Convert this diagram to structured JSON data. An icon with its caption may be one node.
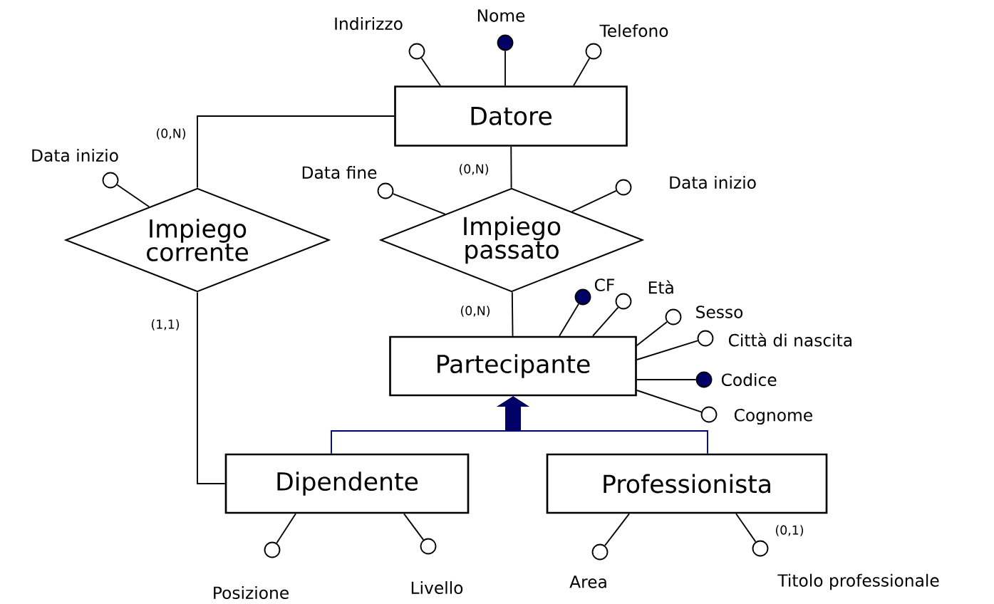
{
  "diagram": {
    "nodes": [
      {
        "text": [
          "Datore"
        ]
      },
      {
        "text": [],
        "shape": "circle",
        "beside": [
          "Indirizzo"
        ]
      },
      {
        "text": [],
        "shape": "dot",
        "beside": [
          "Nome"
        ]
      },
      {
        "text": [],
        "shape": "circle",
        "beside": [
          "Telefono"
        ]
      },
      {
        "text": [
          "Impiego corrente"
        ]
      },
      {
        "text": [],
        "shape": "circle",
        "beside": [
          "Data inizio"
        ]
      },
      {
        "text": [
          "Impiego passato"
        ]
      },
      {
        "text": [],
        "shape": "circle",
        "beside": [
          "Data fine"
        ]
      },
      {
        "text": [],
        "shape": "circle",
        "beside": [
          "Data inizio"
        ]
      },
      {
        "text": [
          "Partecipante"
        ]
      },
      {
        "text": [],
        "shape": "dot",
        "beside": [
          "CF"
        ]
      },
      {
        "text": [],
        "shape": "circle"
      },
      {
        "text": [],
        "shape": "circle",
        "beside": [
          "Sesso"
        ]
      },
      {
        "text": [],
        "shape": "circle",
        "beside": [
          "Città di nascita"
        ]
      },
      {
        "text": [],
        "shape": "dot",
        "beside": [
          "Codice"
        ]
      },
      {
        "text": [],
        "shape": "circle",
        "beside": [
          "Cognome"
        ]
      },
      {
        "text": [
          "Dipendente"
        ]
      },
      {
        "text": [],
        "shape": "circle",
        "beside": [
          "Posizione"
        ]
      },
      {
        "text": [],
        "shape": "circle",
        "beside": [
          "Livello"
        ]
      },
      {
        "text": [
          "Professionista"
        ]
      },
      {
        "text": [],
        "shape": "circle",
        "beside": [
          "Area"
        ]
      },
      {
        "text": [],
        "shape": "circle",
        "beside": [
          "Titolo professionale"
        ]
      }
    ],
    "edges": [
      {
        "from": 0,
        "to": 1,
        "arrow": "none"
      },
      {
        "from": 0,
        "to": 2,
        "arrow": "none"
      },
      {
        "from": 0,
        "to": 3,
        "arrow": "none"
      },
      {
        "from": 0,
        "to": 4,
        "arrow": "none",
        "label": "(0,N)"
      },
      {
        "from": 4,
        "to": 5,
        "arrow": "none"
      },
      {
        "from": 0,
        "to": 6,
        "arrow": "none",
        "label": "(0,N)"
      },
      {
        "from": 6,
        "to": 7,
        "arrow": "none"
      },
      {
        "from": 6,
        "to": 8,
        "arrow": "none"
      },
      {
        "from": 6,
        "to": 9,
        "arrow": "none",
        "label": "(0,N)"
      },
      {
        "from": 4,
        "to": 16,
        "arrow": "none",
        "label": "(1,1)"
      },
      {
        "from": 9,
        "to": 10,
        "arrow": "none"
      },
      {
        "from": 9,
        "to": 11,
        "arrow": "none"
      },
      {
        "from": 9,
        "to": 12,
        "arrow": "none"
      },
      {
        "from": 9,
        "to": 13,
        "arrow": "none"
      },
      {
        "from": 9,
        "to": 14,
        "arrow": "none"
      },
      {
        "from": 9,
        "to": 15,
        "arrow": "none"
      },
      {
        "from": 16,
        "to": 9,
        "arrow": "to",
        "color": "#000066"
      },
      {
        "from": 19,
        "to": 9,
        "arrow": "to",
        "color": "#000066"
      },
      {
        "from": 16,
        "to": 17,
        "arrow": "none"
      },
      {
        "from": 16,
        "to": 18,
        "arrow": "none"
      },
      {
        "from": 19,
        "to": 20,
        "arrow": "none"
      },
      {
        "from": 19,
        "to": 21,
        "arrow": "none",
        "label": "(0,1)"
      }
    ],
    "labels": [
      "Età"
    ]
  }
}
